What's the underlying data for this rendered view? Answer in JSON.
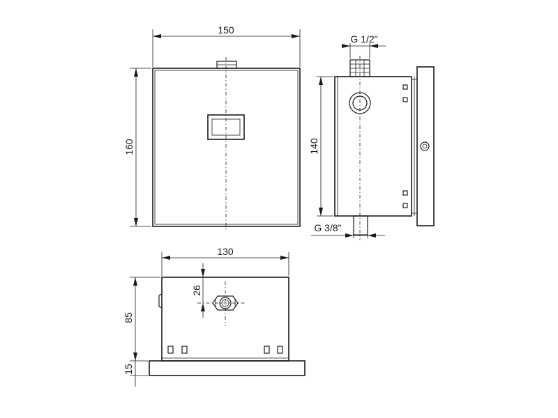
{
  "dimensions": {
    "front_width": "150",
    "front_height": "160",
    "side_thread_top": "G 1/2\"",
    "side_height": "140",
    "side_thread_bottom": "G 3/8\"",
    "bottom_width": "130",
    "bottom_offset": "26",
    "bottom_depth": "85",
    "bottom_plate": "15"
  }
}
